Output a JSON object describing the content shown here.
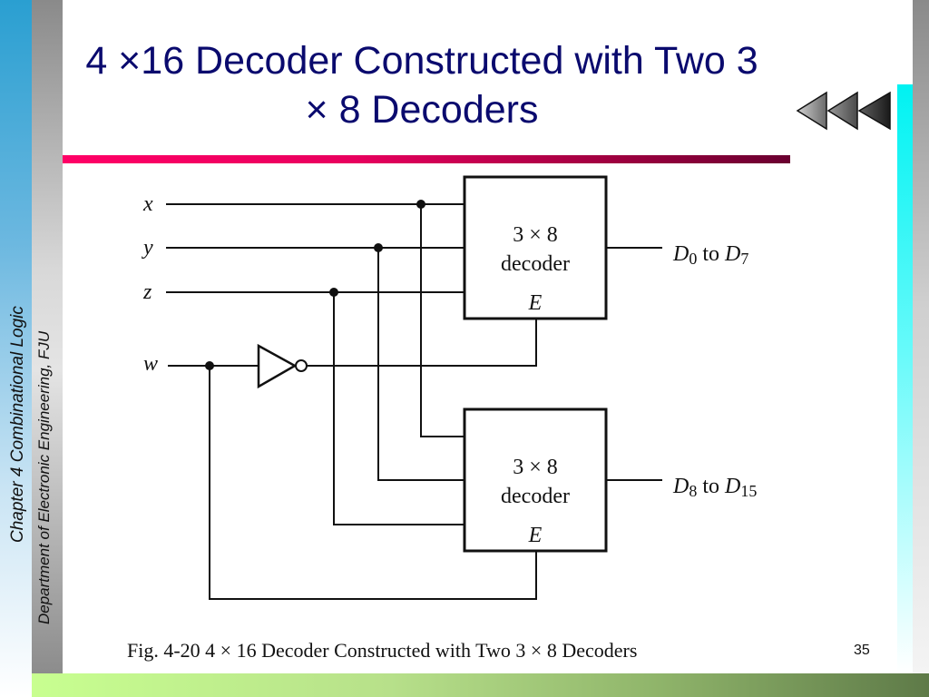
{
  "slide": {
    "title_line1": "4 ×16 Decoder Constructed with Two 3",
    "title_line2": "× 8 Decoders",
    "side_chapter": "Chapter 4 Combinational Logic",
    "side_department": "Department of Electronic Engineering, FJU",
    "caption": "Fig. 4-20  4 × 16 Decoder Constructed with Two 3 × 8 Decoders",
    "page_number": "35",
    "nav_icon": "rewind-triple-arrow-icon",
    "colors": {
      "title": "#0a0a6e",
      "rule_start": "#ff0066",
      "rule_end": "#6a0030",
      "cyan_bar": "#00f2f2",
      "bottom_bar_start": "#c8ff90",
      "bottom_bar_end": "#5e7a48"
    }
  },
  "diagram": {
    "inputs": [
      {
        "name": "x"
      },
      {
        "name": "y"
      },
      {
        "name": "z"
      },
      {
        "name": "w"
      }
    ],
    "decoders": [
      {
        "line1": "3 × 8",
        "line2": "decoder",
        "enable": "E",
        "output_main": "D",
        "output_from": "0",
        "output_to_word": "to",
        "output_to": "7"
      },
      {
        "line1": "3 × 8",
        "line2": "decoder",
        "enable": "E",
        "output_main": "D",
        "output_from": "8",
        "output_to_word": "to",
        "output_to": "15"
      }
    ],
    "inverter": "NOT gate on w feeding upper decoder enable"
  }
}
